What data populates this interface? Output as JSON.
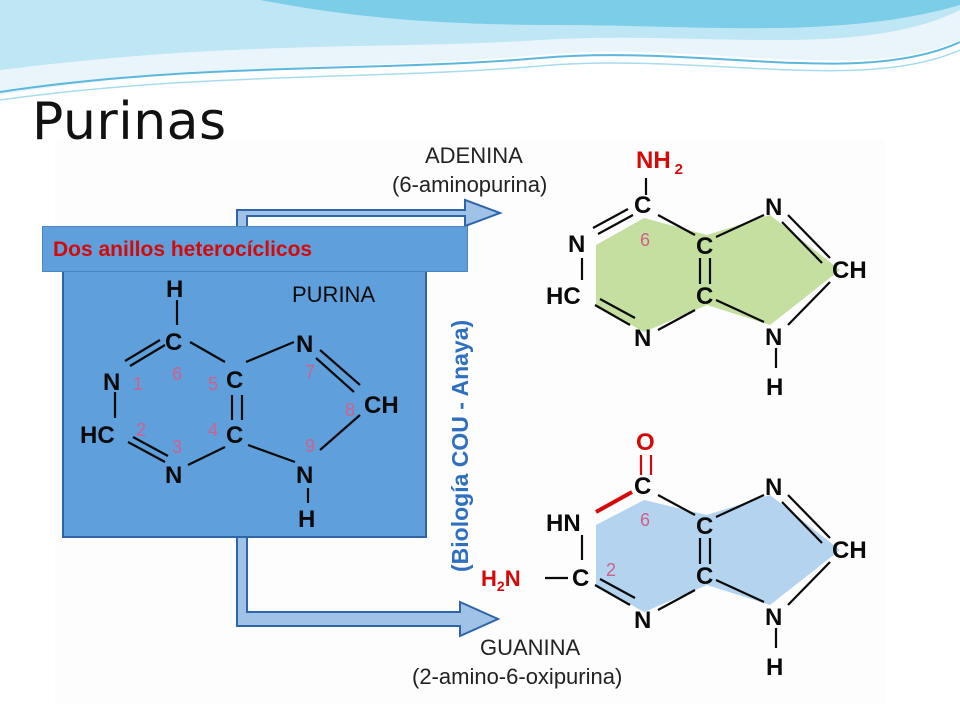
{
  "slide": {
    "title": "Purinas",
    "callout": "Dos anillos heterocíclicos",
    "credit": "(Biología COU - Anaya)"
  },
  "purina": {
    "label": "PURINA",
    "atoms": {
      "h_top": "H",
      "c6": "C",
      "n1": "N",
      "hc2": "HC",
      "n3": "N",
      "c5": "C",
      "c4": "C",
      "n7": "N",
      "ch8": "CH",
      "n9": "N",
      "h9": "H"
    },
    "numbers": [
      "1",
      "2",
      "3",
      "4",
      "5",
      "6",
      "7",
      "8",
      "9"
    ]
  },
  "adenina": {
    "name": "ADENINA",
    "subtitle": "(6-aminopurina)",
    "substituent_main": "NH",
    "substituent_sub": "2",
    "atoms": {
      "c6": "C",
      "n1": "N",
      "hc2": "HC",
      "n3": "N",
      "c5": "C",
      "c4": "C",
      "n7": "N",
      "ch8": "CH",
      "n9": "N",
      "h9": "H"
    },
    "number_6": "6"
  },
  "guanina": {
    "name": "GUANINA",
    "subtitle": "(2-amino-6-oxipurina)",
    "oxygen": "O",
    "atoms": {
      "c6": "C",
      "hn1": "HN",
      "c2": "C",
      "n3": "N",
      "c5": "C",
      "c4": "C",
      "n7": "N",
      "ch8": "CH",
      "n9": "N",
      "h9": "H"
    },
    "amino_h": "H",
    "amino_sub": "2",
    "amino_n": "N",
    "number_6": "6",
    "number_2": "2"
  },
  "colors": {
    "box_blue": "#5fa0dc",
    "adenine_fill": "#c4dfa0",
    "guanine_fill": "#b3d3ef",
    "red_label": "#d40a0a",
    "pink_numbers": "#d0608a",
    "credit_blue": "#2f6fc0"
  }
}
